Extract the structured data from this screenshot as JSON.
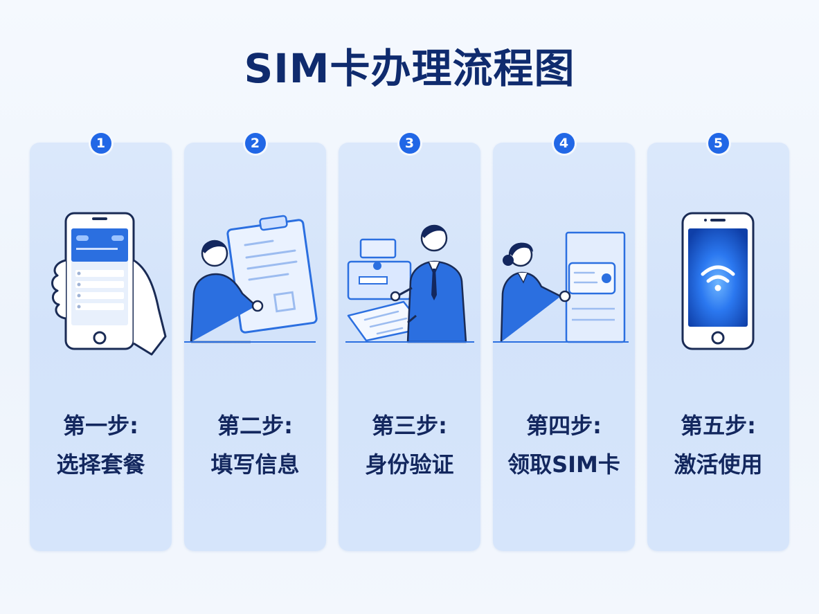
{
  "title": "SIM卡办理流程图",
  "steps": [
    {
      "number": "1",
      "heading": "第一步:",
      "text": "选择套餐",
      "icon": "phone-in-hand-icon"
    },
    {
      "number": "2",
      "heading": "第二步:",
      "text": "填写信息",
      "icon": "person-clipboard-icon"
    },
    {
      "number": "3",
      "heading": "第三步:",
      "text": "身份验证",
      "icon": "identity-verification-icon"
    },
    {
      "number": "4",
      "heading": "第四步:",
      "text": "领取SIM卡",
      "icon": "receive-sim-card-icon"
    },
    {
      "number": "5",
      "heading": "第五步:",
      "text": "激活使用",
      "icon": "phone-signal-icon"
    }
  ],
  "colors": {
    "title": "#0f2b6e",
    "badge": "#2167e6",
    "card": "#d6e5fb",
    "label": "#13275e",
    "accent_blue": "#2b6fe0"
  }
}
